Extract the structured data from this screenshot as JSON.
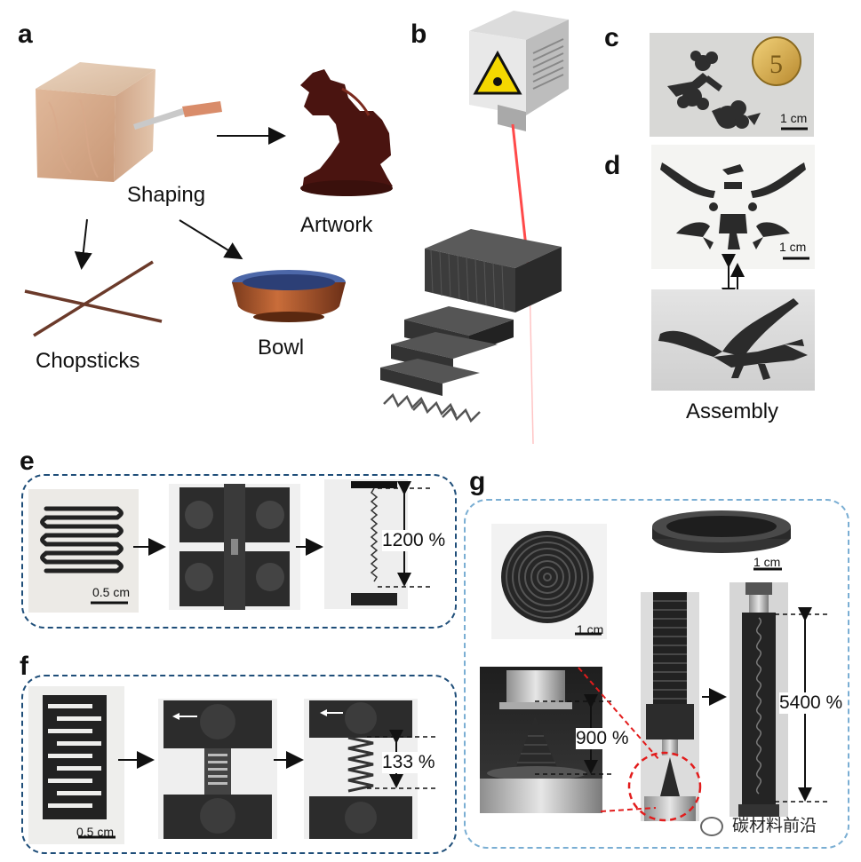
{
  "panels": {
    "a": "a",
    "b": "b",
    "c": "c",
    "d": "d",
    "e": "e",
    "f": "f",
    "g": "g"
  },
  "panel_a": {
    "shaping": "Shaping",
    "artwork": "Artwork",
    "bowl": "Bowl",
    "chopsticks": "Chopsticks"
  },
  "panel_c": {
    "scale": "1 cm",
    "coin_text": "5"
  },
  "panel_d": {
    "scale": "1 cm",
    "assembly": "Assembly"
  },
  "panel_e": {
    "scale": "0.5 cm",
    "strain": "1200 %"
  },
  "panel_f": {
    "scale": "0.5 cm",
    "strain": "133 %"
  },
  "panel_g": {
    "scale_top": "1 cm",
    "scale_spiral": "1 cm",
    "strain_cone": "900 %",
    "strain_stretch": "5400 %"
  },
  "watermark": {
    "text": "碳材料前沿"
  },
  "colors": {
    "dash_dark": "#1f4e79",
    "dash_light": "#7aaed3",
    "laser": "#ff3b3b",
    "zoom_red": "#e21c1c"
  }
}
